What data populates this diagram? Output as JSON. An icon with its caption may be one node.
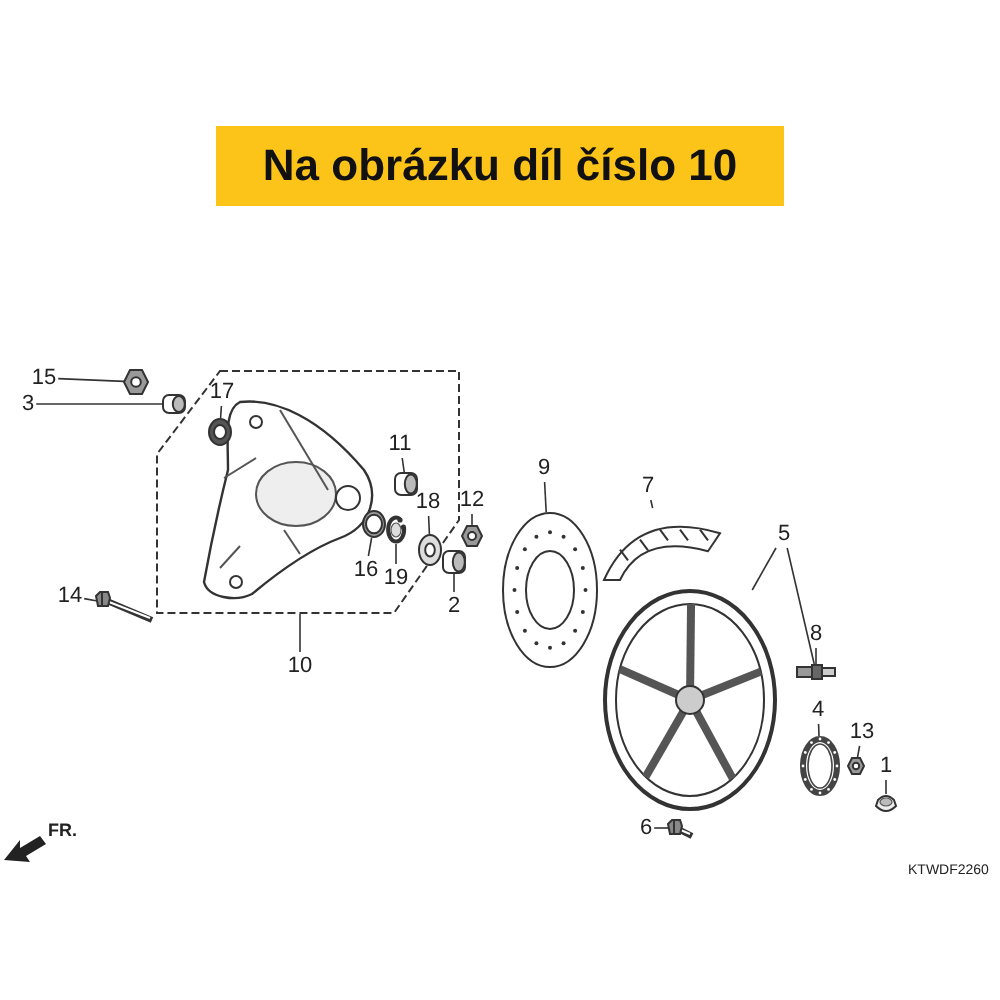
{
  "diagram": {
    "title": "Na obrázku díl číslo 10",
    "nodes": [
      {
        "text": [
          "15"
        ]
      },
      {
        "text": [],
        "shape": "picture"
      },
      {
        "text": [
          "3"
        ]
      },
      {
        "text": [],
        "shape": "picture"
      },
      {
        "text": [],
        "shape": "box"
      },
      {
        "text": [
          "17"
        ],
        "in": 4
      },
      {
        "text": [],
        "shape": "picture",
        "in": 4
      },
      {
        "text": [
          "11"
        ],
        "in": 4
      },
      {
        "text": [],
        "shape": "picture",
        "in": 4
      },
      {
        "text": [
          "14"
        ]
      },
      {
        "text": [],
        "shape": "picture"
      },
      {
        "text": [
          "18"
        ],
        "in": 4
      },
      {
        "text": [],
        "shape": "picture",
        "in": 4
      },
      {
        "text": [
          "16"
        ],
        "in": 4
      },
      {
        "text": [],
        "shape": "picture",
        "in": 4
      },
      {
        "text": [
          "19"
        ],
        "in": 4
      },
      {
        "text": [],
        "shape": "picture",
        "in": 4
      },
      {
        "text": [
          "12"
        ]
      },
      {
        "text": [],
        "shape": "picture"
      },
      {
        "text": [
          "9"
        ]
      },
      {
        "text": [],
        "shape": "picture"
      },
      {
        "text": [
          "7"
        ]
      },
      {
        "text": [],
        "shape": "picture"
      },
      {
        "text": [
          "2"
        ]
      },
      {
        "text": [],
        "shape": "picture"
      },
      {
        "text": [
          "5"
        ]
      },
      {
        "text": [],
        "shape": "picture"
      },
      {
        "text": [
          "8"
        ]
      },
      {
        "text": [],
        "shape": "picture"
      },
      {
        "text": [
          "4"
        ]
      },
      {
        "text": [],
        "shape": "picture"
      },
      {
        "text": [
          "13"
        ]
      },
      {
        "text": [],
        "shape": "picture"
      },
      {
        "text": [
          "1"
        ]
      },
      {
        "text": [],
        "shape": "picture"
      },
      {
        "text": [
          "10"
        ]
      },
      {
        "text": [
          "6"
        ]
      },
      {
        "text": [],
        "shape": "picture"
      }
    ],
    "edges": [
      {
        "from": 0,
        "to": 1,
        "arrow": "none"
      },
      {
        "from": 2,
        "to": 3,
        "arrow": "none"
      },
      {
        "from": 5,
        "to": 6,
        "arrow": "none"
      },
      {
        "from": 7,
        "to": 8,
        "arrow": "none"
      },
      {
        "from": 9,
        "to": 10,
        "arrow": "none"
      },
      {
        "from": 11,
        "to": 12,
        "arrow": "none"
      },
      {
        "from": 13,
        "to": 14,
        "arrow": "none"
      },
      {
        "from": 15,
        "to": 16,
        "arrow": "none"
      },
      {
        "from": 17,
        "to": 18,
        "arrow": "none"
      },
      {
        "from": 19,
        "to": 20,
        "arrow": "none"
      },
      {
        "from": 21,
        "to": 22,
        "arrow": "none"
      },
      {
        "from": 23,
        "to": 24,
        "arrow": "none"
      },
      {
        "from": 25,
        "to": 26,
        "arrow": "none"
      },
      {
        "from": 25,
        "to": 28,
        "arrow": "none"
      },
      {
        "from": 27,
        "to": 28,
        "arrow": "none"
      },
      {
        "from": 29,
        "to": 30,
        "arrow": "none"
      },
      {
        "from": 31,
        "to": 32,
        "arrow": "none"
      },
      {
        "from": 33,
        "to": 34,
        "arrow": "none"
      },
      {
        "from": 35,
        "to": 4,
        "arrow": "none"
      },
      {
        "from": 36,
        "to": 37,
        "arrow": "none"
      }
    ],
    "labels": [
      "FR.",
      "KTWDF2260"
    ]
  }
}
